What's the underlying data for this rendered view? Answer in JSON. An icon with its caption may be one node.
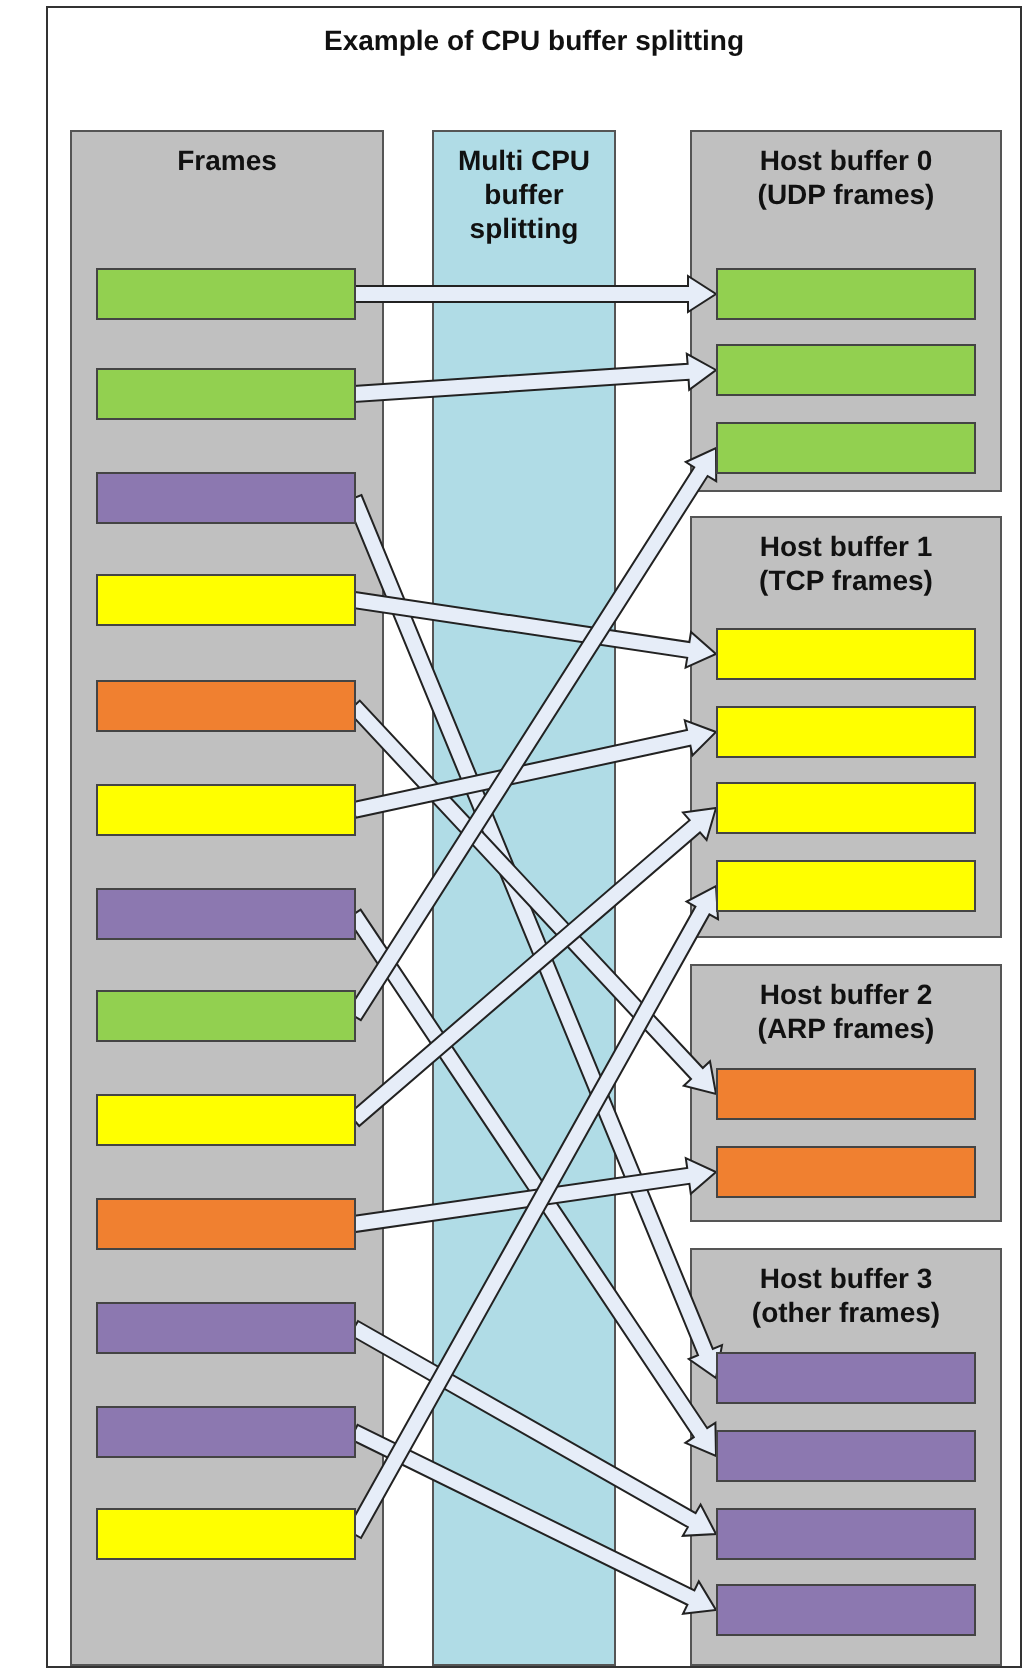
{
  "diagram": {
    "title": "Example of CPU buffer splitting",
    "nodes": [
      {
        "text": [
          "Frames"
        ]
      },
      {
        "text": [
          "Multi CPU buffer splitting"
        ]
      },
      {
        "text": [
          "Host buffer 0 (UDP frames)"
        ]
      },
      {
        "text": [
          "Host buffer 1 (TCP frames)"
        ]
      },
      {
        "text": [
          "Host buffer 2 (ARP frames)"
        ]
      },
      {
        "text": [
          "Host buffer 3 (other frames)"
        ]
      },
      {
        "text": [],
        "shape": "bar",
        "in": 0
      },
      {
        "text": [],
        "shape": "bar",
        "in": 0
      },
      {
        "text": [],
        "shape": "bar",
        "in": 0
      },
      {
        "text": [],
        "shape": "bar",
        "in": 0
      },
      {
        "text": [],
        "shape": "bar",
        "in": 0
      },
      {
        "text": [],
        "shape": "bar",
        "in": 0
      },
      {
        "text": [],
        "shape": "bar",
        "in": 0
      },
      {
        "text": [],
        "shape": "bar",
        "in": 0
      },
      {
        "text": [],
        "shape": "bar",
        "in": 0
      },
      {
        "text": [],
        "shape": "bar",
        "in": 0
      },
      {
        "text": [],
        "shape": "bar",
        "in": 0
      },
      {
        "text": [],
        "shape": "bar",
        "in": 0
      },
      {
        "text": [],
        "shape": "bar",
        "in": 0
      },
      {
        "text": [],
        "shape": "bar",
        "in": 2
      },
      {
        "text": [],
        "shape": "bar",
        "in": 2
      },
      {
        "text": [],
        "shape": "bar",
        "in": 2
      },
      {
        "text": [],
        "shape": "bar",
        "in": 3
      },
      {
        "text": [],
        "shape": "bar",
        "in": 3
      },
      {
        "text": [],
        "shape": "bar",
        "in": 3
      },
      {
        "text": [],
        "shape": "bar",
        "in": 3
      },
      {
        "text": [],
        "shape": "bar",
        "in": 4
      },
      {
        "text": [],
        "shape": "bar",
        "in": 4
      },
      {
        "text": [],
        "shape": "bar",
        "in": 5
      },
      {
        "text": [],
        "shape": "bar",
        "in": 5
      },
      {
        "text": [],
        "shape": "bar",
        "in": 5
      },
      {
        "text": [],
        "shape": "bar",
        "in": 5
      }
    ],
    "edges": [
      {
        "from": 6,
        "to": 19,
        "arrow": "to"
      },
      {
        "from": 7,
        "to": 20,
        "arrow": "to"
      },
      {
        "from": 8,
        "to": 28,
        "arrow": "to"
      },
      {
        "from": 9,
        "to": 22,
        "arrow": "to"
      },
      {
        "from": 10,
        "to": 26,
        "arrow": "to"
      },
      {
        "from": 11,
        "to": 23,
        "arrow": "to"
      },
      {
        "from": 12,
        "to": 29,
        "arrow": "to"
      },
      {
        "from": 13,
        "to": 21,
        "arrow": "to"
      },
      {
        "from": 14,
        "to": 24,
        "arrow": "to"
      },
      {
        "from": 15,
        "to": 27,
        "arrow": "to"
      },
      {
        "from": 16,
        "to": 30,
        "arrow": "to"
      },
      {
        "from": 17,
        "to": 31,
        "arrow": "to"
      },
      {
        "from": 18,
        "to": 25,
        "arrow": "to"
      }
    ]
  }
}
